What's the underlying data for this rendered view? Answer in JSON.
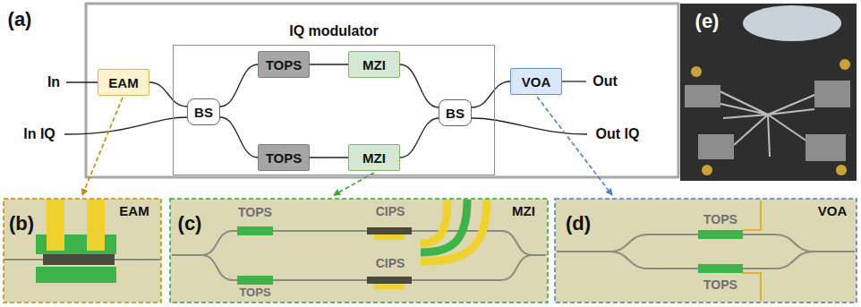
{
  "diagram": {
    "nodes": [
      {
        "text": [
          "EAM"
        ]
      },
      {
        "text": [
          "IQ modulator"
        ]
      },
      {
        "text": [
          "BS"
        ],
        "in": 1
      },
      {
        "text": [
          "TOPS"
        ],
        "in": 1
      },
      {
        "text": [
          "MZI"
        ],
        "in": 1
      },
      {
        "text": [
          "TOPS"
        ],
        "in": 1
      },
      {
        "text": [
          "MZI"
        ],
        "in": 1
      },
      {
        "text": [
          "BS"
        ],
        "in": 1
      },
      {
        "text": [
          "VOA"
        ]
      }
    ],
    "edges": [
      {
        "from": 0,
        "to": 2,
        "arrow": "none"
      },
      {
        "from": 2,
        "to": 3,
        "arrow": "none"
      },
      {
        "from": 2,
        "to": 5,
        "arrow": "none"
      },
      {
        "from": 3,
        "to": 4,
        "arrow": "none"
      },
      {
        "from": 5,
        "to": 6,
        "arrow": "none"
      },
      {
        "from": 4,
        "to": 7,
        "arrow": "none"
      },
      {
        "from": 6,
        "to": 7,
        "arrow": "none"
      },
      {
        "from": 7,
        "to": 8,
        "arrow": "none"
      }
    ],
    "labels": [
      "(a)",
      "In",
      "In IQ",
      "Out",
      "Out IQ",
      "(e)",
      "(b)",
      "EAM",
      "(c)",
      "TOPS",
      "CIPS",
      "MZI",
      "CIPS",
      "TOPS",
      "(d)",
      "VOA",
      "TOPS",
      "TOPS"
    ]
  }
}
